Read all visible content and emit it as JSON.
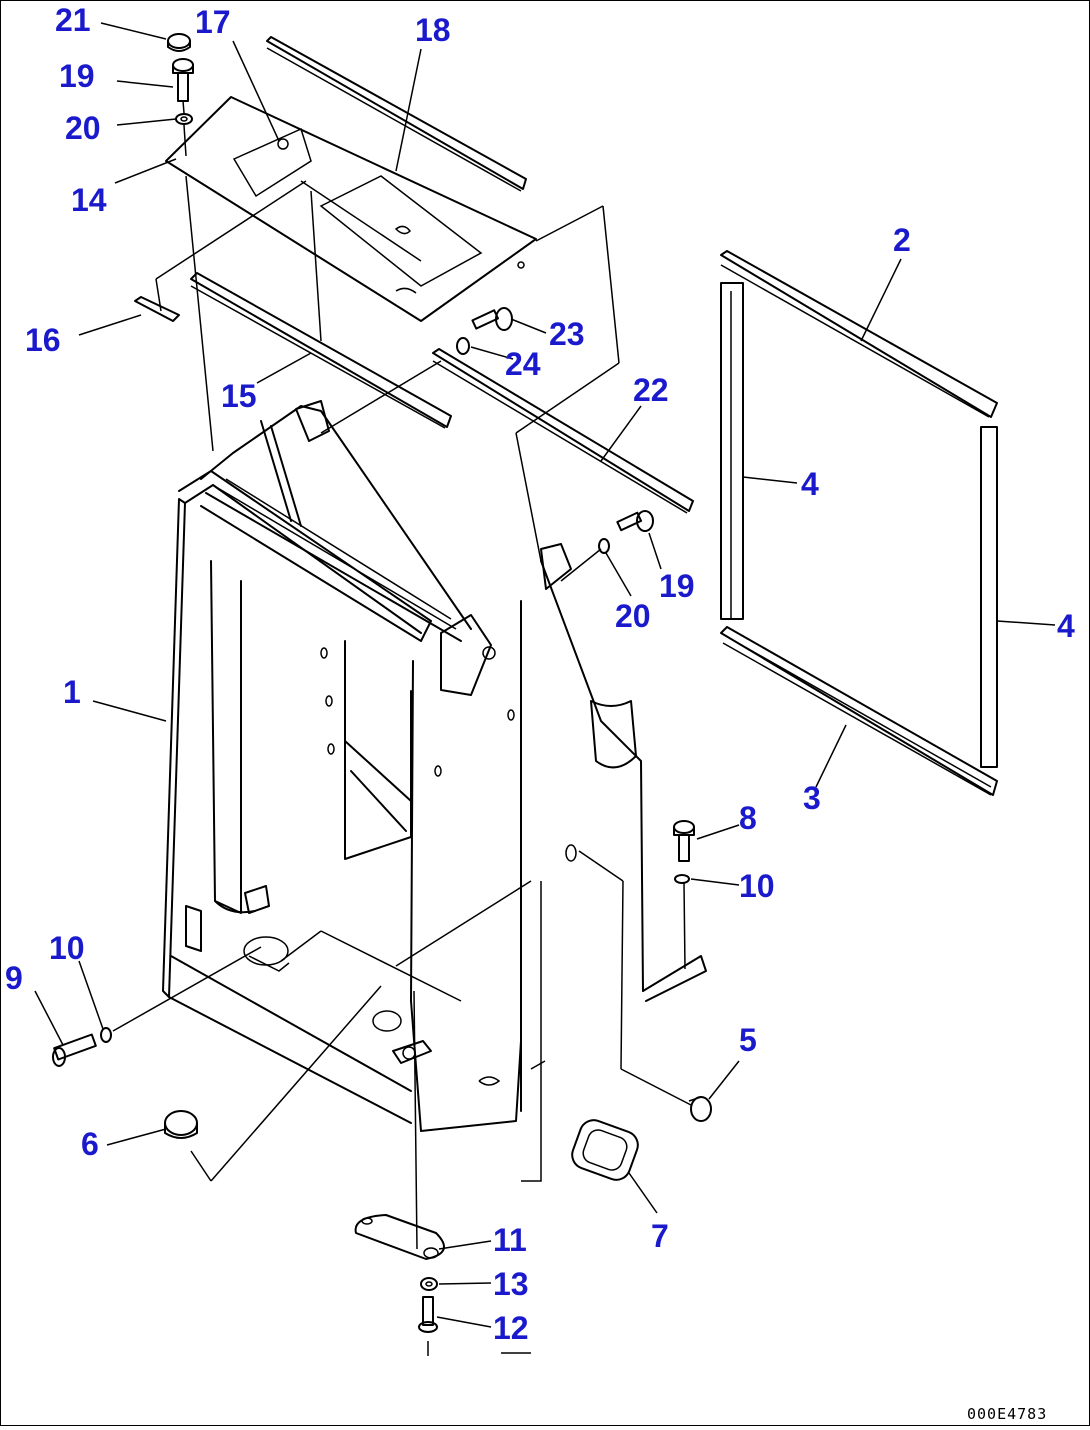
{
  "diagram": {
    "drawing_code": "000E4783",
    "callouts": {
      "c1": "1",
      "c2": "2",
      "c3": "3",
      "c4a": "4",
      "c4b": "4",
      "c5": "5",
      "c6": "6",
      "c7": "7",
      "c8": "8",
      "c9": "9",
      "c10a": "10",
      "c10b": "10",
      "c11": "11",
      "c12": "12",
      "c13": "13",
      "c14": "14",
      "c15": "15",
      "c16": "16",
      "c17": "17",
      "c18": "18",
      "c19a": "19",
      "c19b": "19",
      "c20a": "20",
      "c20b": "20",
      "c21": "21",
      "c22": "22",
      "c23": "23",
      "c24": "24"
    }
  }
}
